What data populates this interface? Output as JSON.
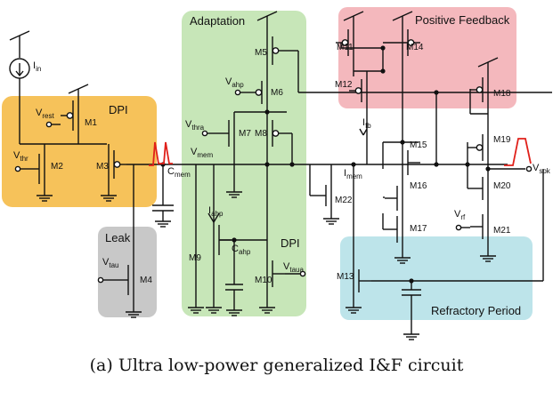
{
  "caption": "(a) Ultra low-power generalized I&F circuit",
  "blocks": {
    "dpi_input": "DPI",
    "adaptation": "Adaptation",
    "adaptation_dpi": "DPI",
    "leak": "Leak",
    "positive_feedback": "Positive Feedback",
    "refractory": "Refractory Period"
  },
  "labels": {
    "i_in": [
      "I",
      "in"
    ],
    "v_rest": [
      "V",
      "rest"
    ],
    "v_thr": [
      "V",
      "thr"
    ],
    "v_tau": [
      "V",
      "tau"
    ],
    "v_ahp": [
      "V",
      "ahp"
    ],
    "v_thra": [
      "V",
      "thra"
    ],
    "v_mem": [
      "V",
      "mem"
    ],
    "c_mem": [
      "C",
      "mem"
    ],
    "i_ahp": [
      "I",
      "ahp"
    ],
    "c_ahp": [
      "C",
      "ahp"
    ],
    "v_taua": [
      "V",
      "taua"
    ],
    "i_fb": [
      "I",
      "fb"
    ],
    "i_mem": [
      "I",
      "mem"
    ],
    "v_rf": [
      "V",
      "rf"
    ],
    "v_spk": [
      "V",
      "spk"
    ]
  },
  "transistors": [
    "M1",
    "M2",
    "M3",
    "M4",
    "M5",
    "M6",
    "M7",
    "M8",
    "M9",
    "M10",
    "M11",
    "M12",
    "M13",
    "M14",
    "M15",
    "M16",
    "M17",
    "M18",
    "M19",
    "M20",
    "M21",
    "M22"
  ],
  "colors": {
    "dpi": "#f6c25a",
    "adaptation": "#c7e6b8",
    "leak": "#c8c8c8",
    "positive_feedback": "#f4b8bd",
    "refractory": "#bde4ea",
    "spike": "#e0201a",
    "wire": "#111111"
  }
}
